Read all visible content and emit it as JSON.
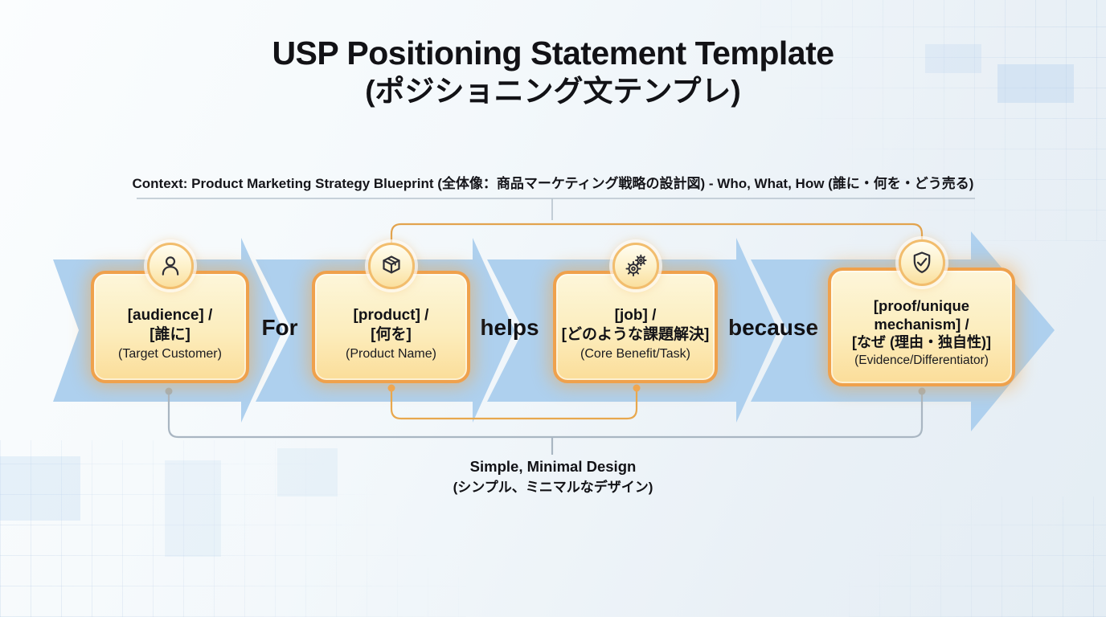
{
  "title": {
    "line1": "USP Positioning Statement Template",
    "line2": "(ポジショニング文テンプレ)"
  },
  "context_note": "Context: Product Marketing Strategy Blueprint (全体像：商品マーケティング戦略の設計図) - Who, What, How (誰に・何を・どう売る)",
  "flow": {
    "steps": [
      {
        "icon": "user-icon",
        "line1": "[audience] /",
        "line2": "[誰に]",
        "line3": "(Target Customer)"
      },
      {
        "icon": "package-icon",
        "line1": "[product] /",
        "line2": "[何を]",
        "line3": "(Product Name)"
      },
      {
        "icon": "gears-icon",
        "line1": "[job] /",
        "line2": "[どのような課題解決]",
        "line3": "(Core Benefit/Task)"
      },
      {
        "icon": "shield-check-icon",
        "line1": "[proof/unique mechanism] /",
        "line2": "[なぜ (理由・独自性)]",
        "line3": "(Evidence/Differentiator)"
      }
    ],
    "connectors": [
      "For",
      "helps",
      "because"
    ]
  },
  "footer_note": {
    "line1": "Simple, Minimal Design",
    "line2": "(シンプル、ミニマルなデザイン)"
  },
  "colors": {
    "arrow_blue": "#aed0ee",
    "box_border": "#efa14c",
    "box_fill_top": "#fdf6da",
    "box_fill_bottom": "#fbdd99",
    "accent_orange": "#e8a84e",
    "connector_gray": "#a9b6c2",
    "text": "#121216"
  }
}
